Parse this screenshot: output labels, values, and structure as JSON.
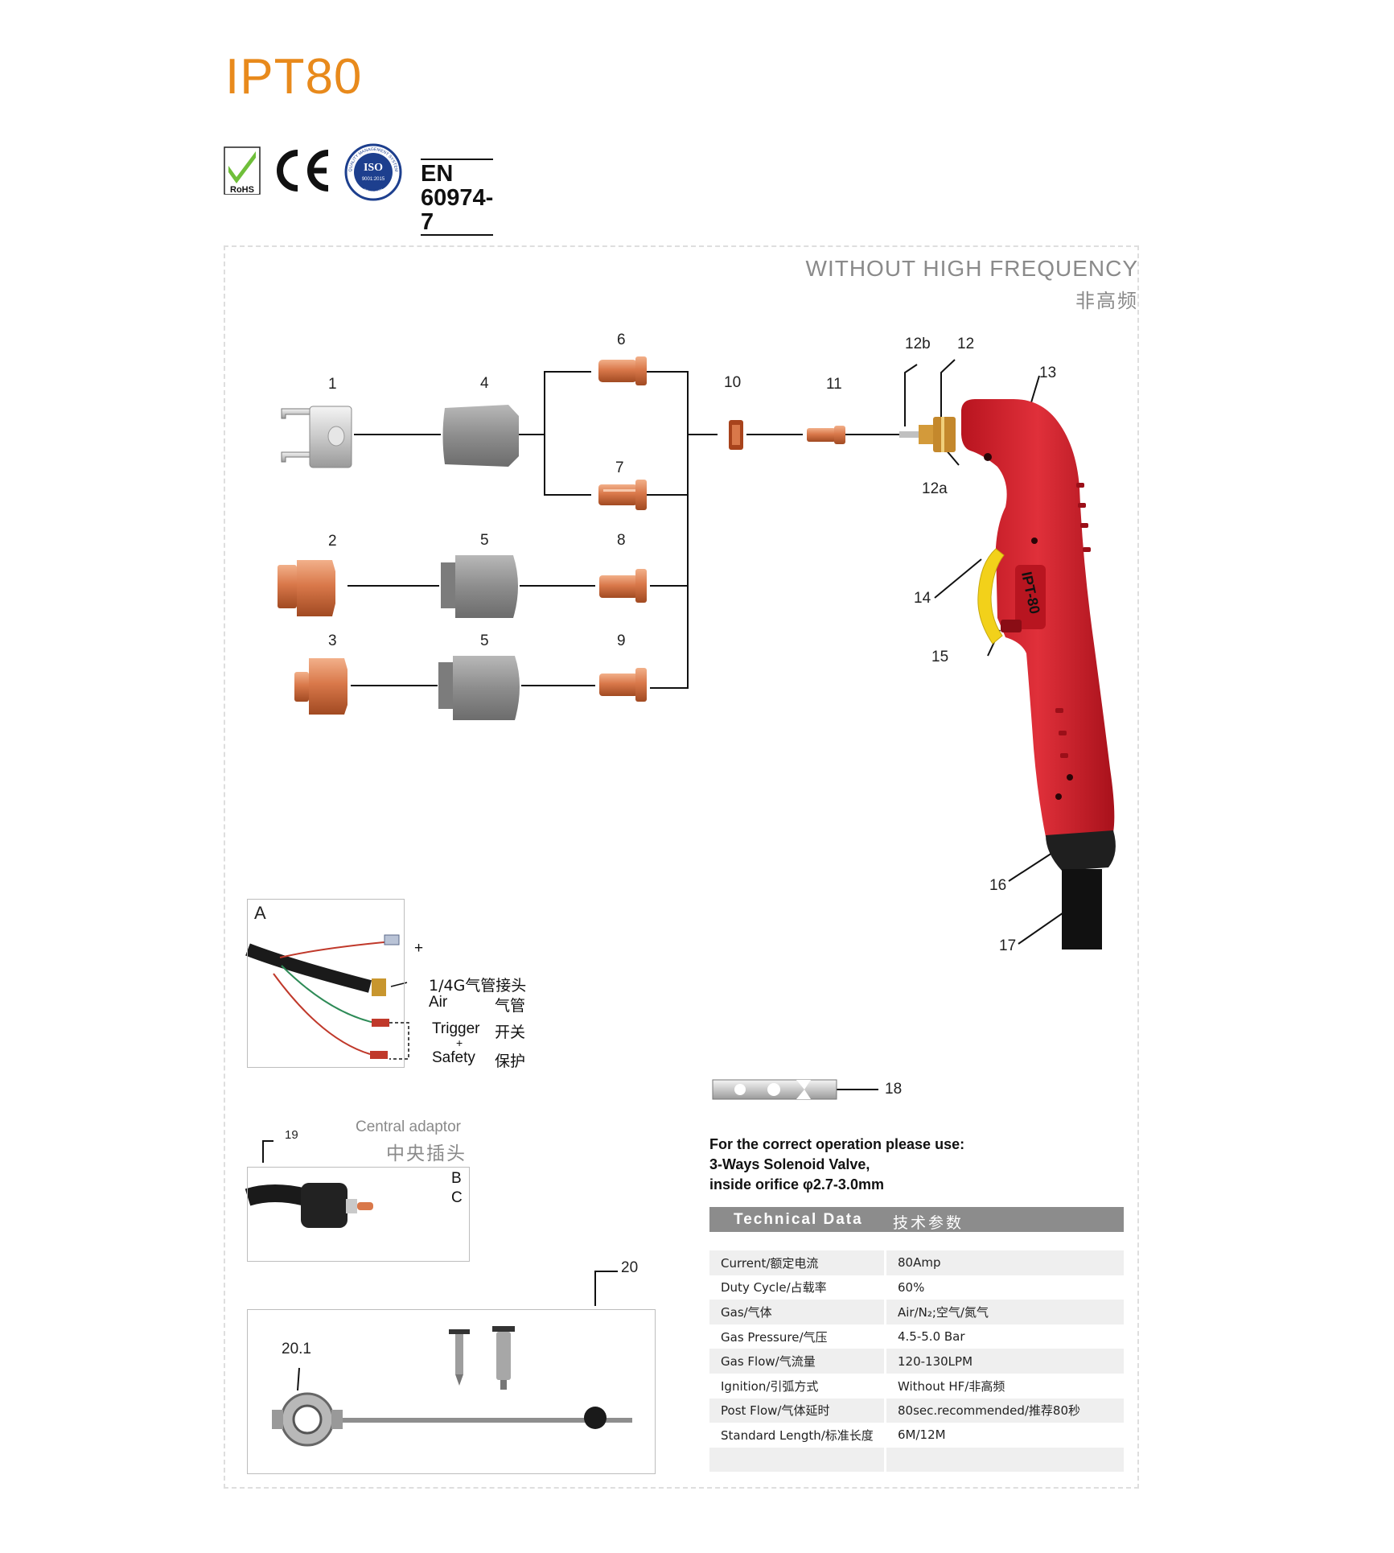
{
  "title": "IPT80",
  "certs": {
    "rohs": "RoHS",
    "iso": "ISO",
    "iso_ring_top": "QUALITY MANAGEMENT SYSTEM",
    "iso_ring_bottom": "CERTIFIED",
    "iso_std": "9001:2015",
    "standard": "EN 60974-7"
  },
  "hf": {
    "en": "WITHOUT HIGH FREQUENCY",
    "cn": "非高频"
  },
  "parts": [
    "1",
    "2",
    "3",
    "4",
    "5",
    "5",
    "6",
    "7",
    "8",
    "9",
    "10",
    "11",
    "12b",
    "12",
    "13",
    "12a",
    "14",
    "15",
    "16",
    "17",
    "18",
    "19",
    "20",
    "20.1"
  ],
  "torch_label": "IPT-80",
  "box_a": {
    "letter": "A",
    "plus": "+",
    "fitting": "1/4G气管接头",
    "air_en": "Air",
    "air_cn": "气管",
    "trigger_en": "Trigger",
    "trigger_cn": "开关",
    "plus2": "+",
    "safety_en": "Safety",
    "safety_cn": "保护"
  },
  "central_adaptor": {
    "en": "Central adaptor",
    "cn": "中央插头",
    "b": "B",
    "c": "C"
  },
  "note": {
    "line1": "For the correct operation please use:",
    "line2": "3-Ways Solenoid Valve,",
    "line3": "inside orifice φ2.7-3.0mm"
  },
  "tech": {
    "title_en": "Technical  Data",
    "title_cn": "技术参数",
    "rows": [
      {
        "k": "Current/额定电流",
        "v": "80Amp"
      },
      {
        "k": "Duty Cycle/占载率",
        "v": "60%"
      },
      {
        "k": "Gas/气体",
        "v": "Air/N₂;空气/氮气"
      },
      {
        "k": "Gas Pressure/气压",
        "v": "4.5-5.0 Bar"
      },
      {
        "k": "Gas Flow/气流量",
        "v": "120-130LPM"
      },
      {
        "k": "Ignition/引弧方式",
        "v": "Without HF/非高频"
      },
      {
        "k": "Post Flow/气体延时",
        "v": "80sec.recommended/推荐80秒"
      },
      {
        "k": "Standard Length/标准长度",
        "v": "6M/12M"
      },
      {
        "k": "",
        "v": ""
      }
    ]
  },
  "colors": {
    "title": "#e88a1c",
    "torch": "#d9232d",
    "copper": "#d9784a",
    "gray": "#8a8a8a"
  }
}
